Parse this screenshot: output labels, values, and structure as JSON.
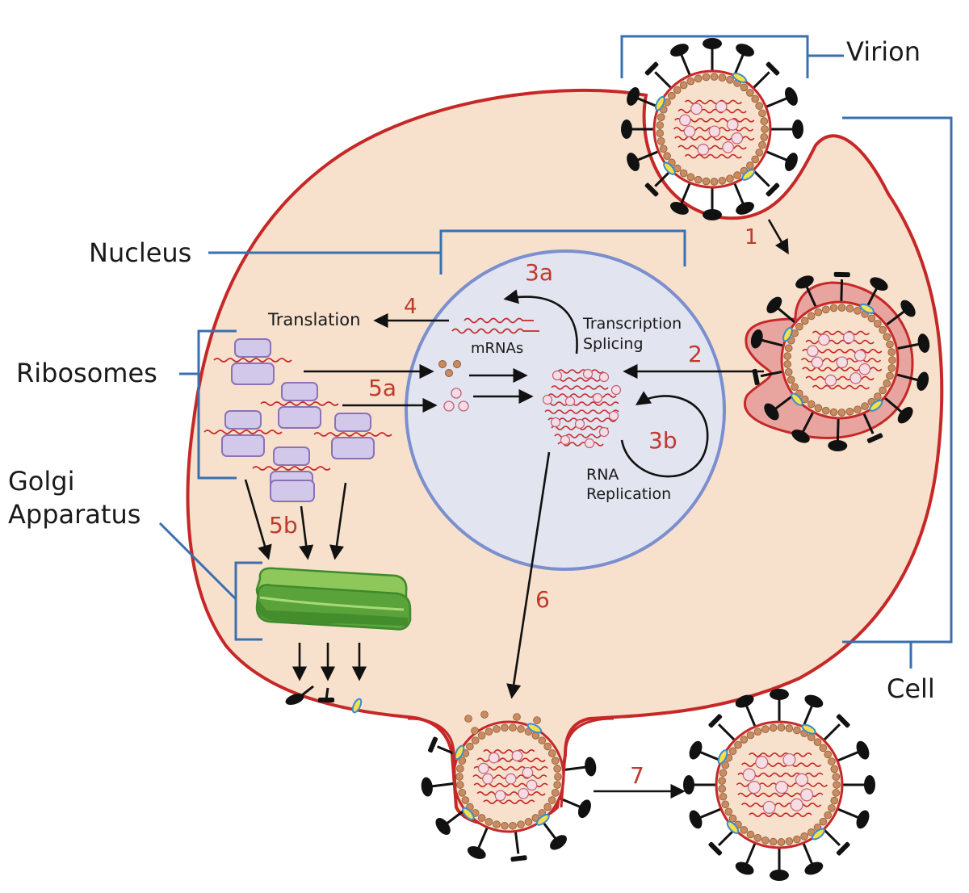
{
  "labels": {
    "virion": "Virion",
    "cell": "Cell",
    "nucleus": "Nucleus",
    "ribosomes": "Ribosomes",
    "golgi_line1": "Golgi",
    "golgi_line2": "Apparatus",
    "translation": "Translation",
    "mrnas": "mRNAs",
    "transcription": "Transcription",
    "splicing": "Splicing",
    "rna": "RNA",
    "replication": "Replication"
  },
  "steps": {
    "s1": "1",
    "s2": "2",
    "s3a": "3a",
    "s3b": "3b",
    "s4": "4",
    "s5a": "5a",
    "s5b": "5b",
    "s6": "6",
    "s7": "7"
  },
  "colors": {
    "cytoplasm": "#f7e1cc",
    "membrane": "#c62828",
    "nucleus_fill": "#e2e4f0",
    "nucleus_stroke": "#7b8fcf",
    "bracket": "#3a6fb0",
    "ribosome_fill": "#d2c8ea",
    "ribosome_stroke": "#8a72b8",
    "golgi_light": "#8fc85a",
    "golgi_dark": "#3f8a2c",
    "capsid_bead": "#c98b5f",
    "virion_core": "#f7e1cc",
    "spike": "#111111",
    "label_red": "#c0392b"
  }
}
